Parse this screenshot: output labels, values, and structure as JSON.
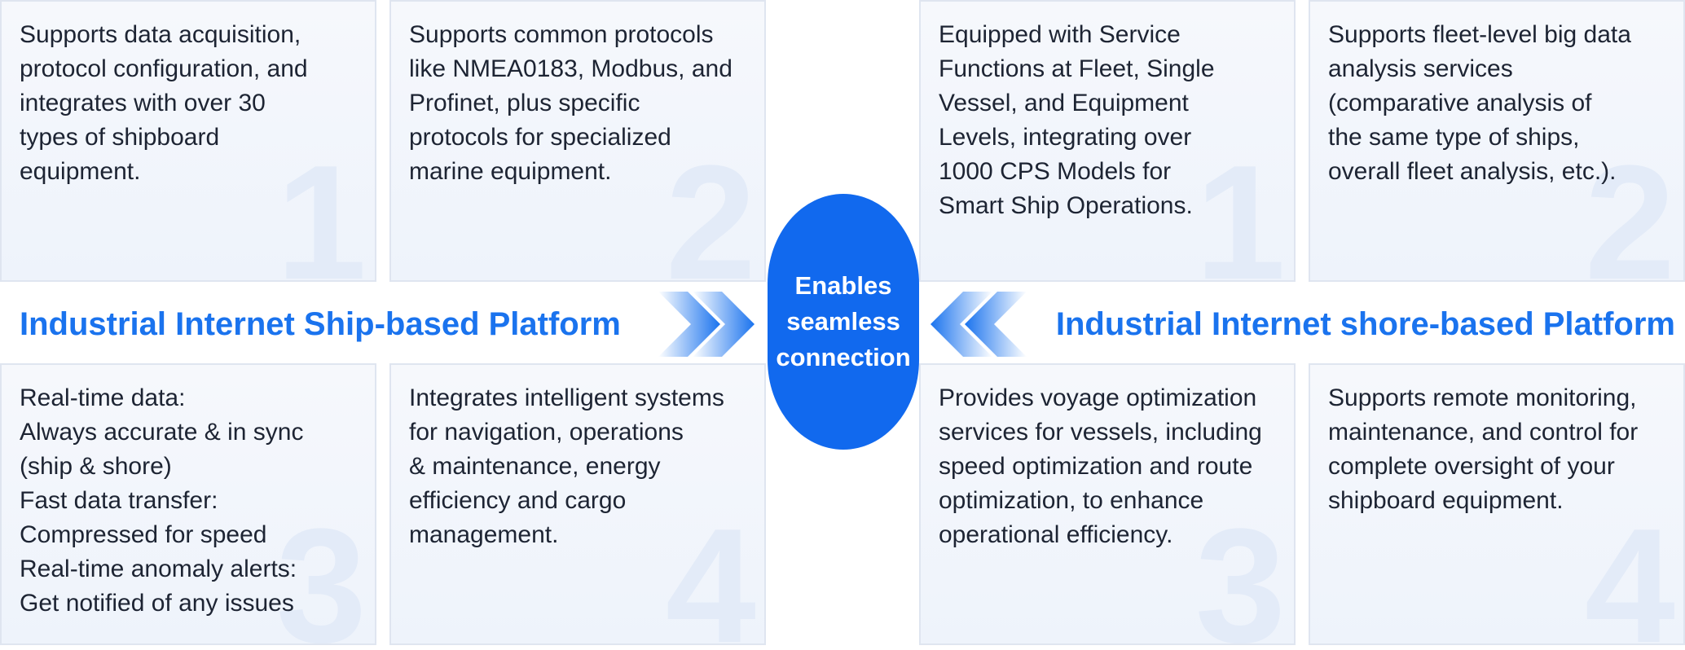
{
  "ship": {
    "title": "Industrial Internet Ship-based Platform",
    "cards": [
      {
        "number": "1",
        "text": "Supports data acquisition,\nprotocol configuration, and\nintegrates with over 30\ntypes of shipboard\nequipment."
      },
      {
        "number": "2",
        "text": "Supports common protocols\nlike NMEA0183, Modbus, and\nProfinet, plus specific\nprotocols for specialized\nmarine equipment."
      },
      {
        "number": "3",
        "text": "Real-time data:\nAlways accurate & in sync\n(ship & shore)\nFast data transfer:\nCompressed for speed\nReal-time anomaly alerts:\nGet notified of any issues"
      },
      {
        "number": "4",
        "text": "Integrates intelligent systems\nfor navigation, operations\n& maintenance, energy\nefficiency and cargo\nmanagement."
      }
    ]
  },
  "shore": {
    "title": "Industrial Internet shore-based Platform",
    "cards": [
      {
        "number": "1",
        "text": "Equipped with Service\nFunctions at Fleet, Single\nVessel, and Equipment\nLevels, integrating over\n1000 CPS Models for\nSmart Ship Operations."
      },
      {
        "number": "2",
        "text": "Supports fleet-level big data\nanalysis services\n(comparative analysis of\nthe same type of ships,\noverall fleet analysis, etc.)."
      },
      {
        "number": "3",
        "text": "Provides voyage optimization\nservices for vessels, including\nspeed optimization and route\noptimization, to enhance\noperational efficiency."
      },
      {
        "number": "4",
        "text": "Supports remote monitoring,\nmaintenance, and control for\ncomplete oversight of your\nshipboard equipment."
      }
    ]
  },
  "center": {
    "label": "Enables\nseamless\nconnection"
  },
  "colors": {
    "accent": "#1a73ee",
    "center_fill": "#1169ee",
    "card_border": "#dfe5f0",
    "number_watermark": "#e3ebf8"
  },
  "icons": {
    "left_arrows": "double-chevron-right-icon",
    "right_arrows": "double-chevron-left-icon"
  }
}
